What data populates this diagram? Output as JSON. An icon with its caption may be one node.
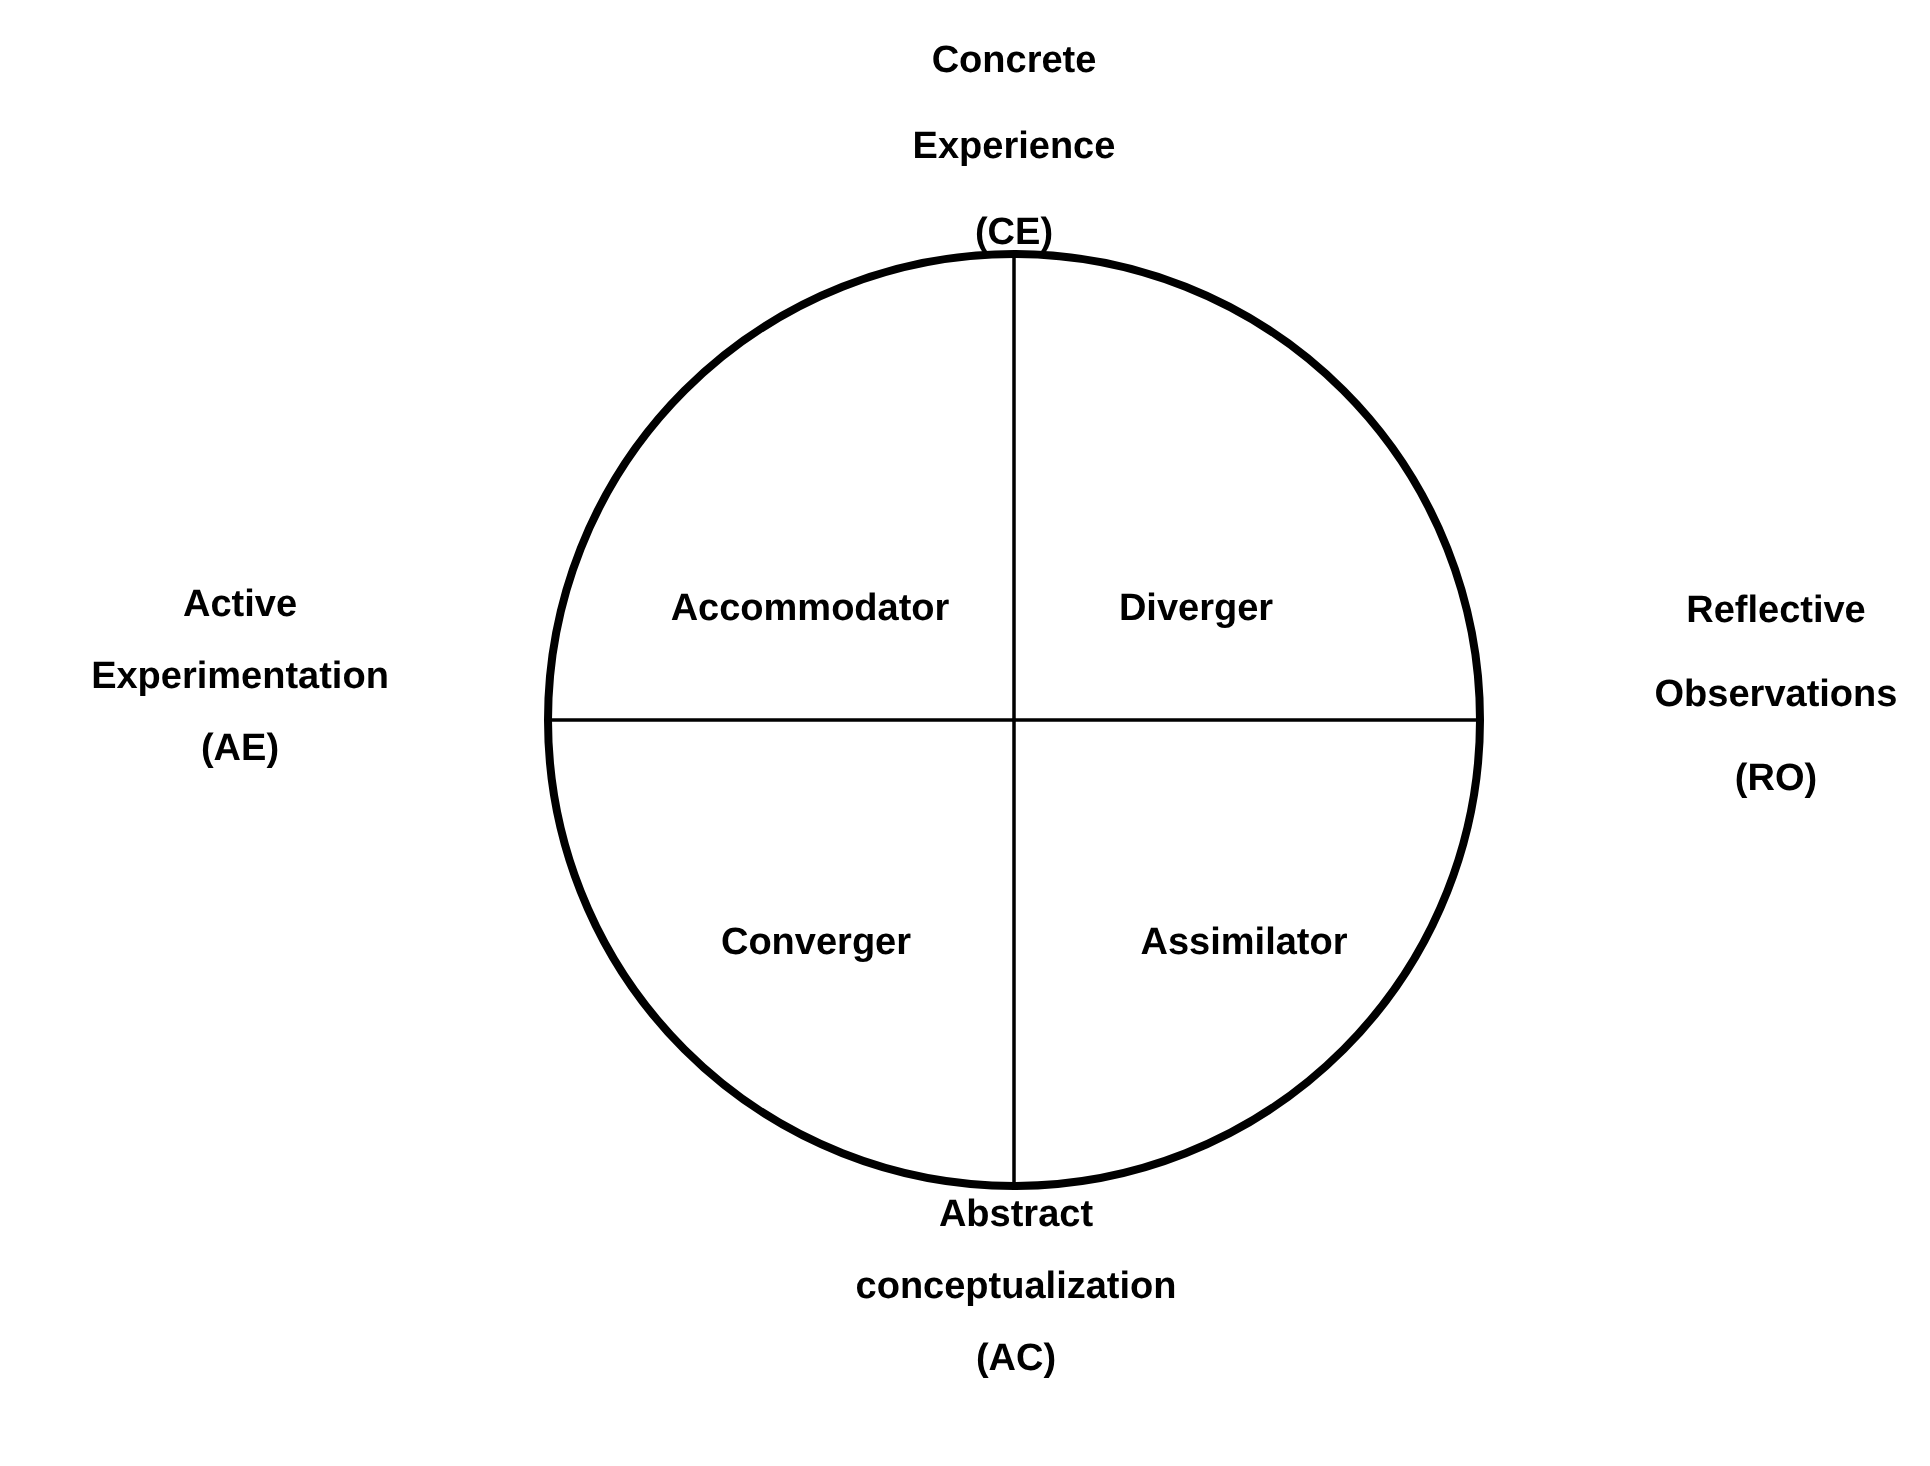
{
  "diagram": {
    "nodes": [
      {
        "text": [
          "Accommodator"
        ]
      },
      {
        "text": [
          "Diverger"
        ]
      },
      {
        "text": [
          "Converger"
        ]
      },
      {
        "text": [
          "Assimilator"
        ]
      }
    ],
    "labels": [
      "Concrete Experience (CE)",
      "Active Experimentation (AE)",
      "Reflective Observations (RO)",
      "Abstract conceptualization (AC)"
    ]
  }
}
